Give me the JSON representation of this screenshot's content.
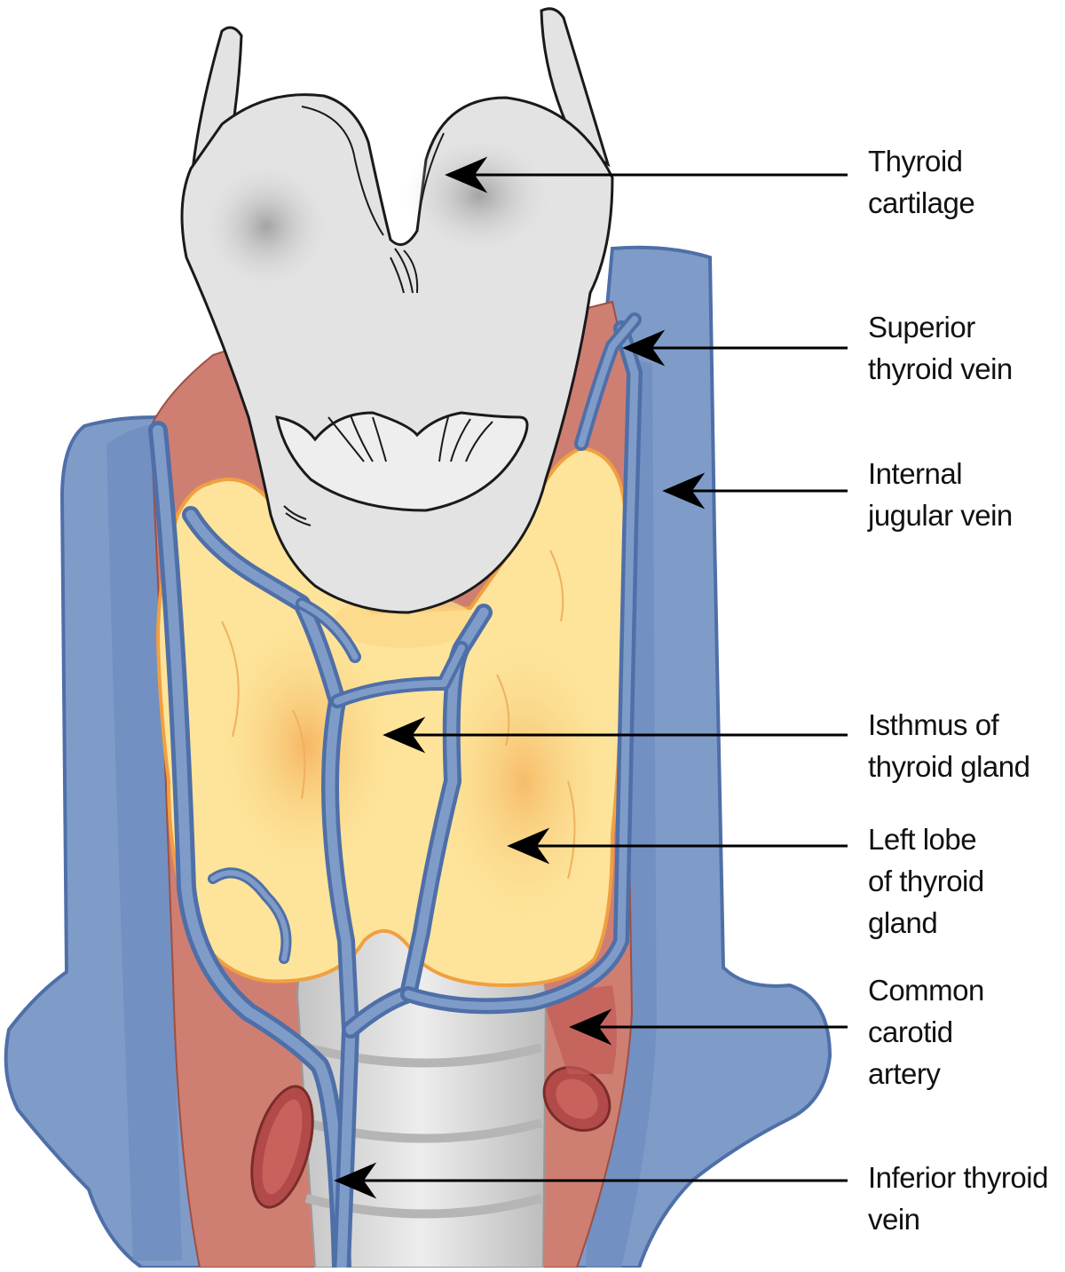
{
  "diagram": {
    "colors": {
      "background": "#ffffff",
      "vein_blue": "#7f9cc9",
      "vein_blue_dark": "#4f6fa8",
      "muscle_red": "#cf7f72",
      "artery_red": "#b14a48",
      "cartilage_grey": "#e3e3e3",
      "trachea_grey": "#d3d3d3",
      "thyroid_yellow": "#fde49a",
      "thyroid_orange": "#f4b45a",
      "outline": "#1a1a1a",
      "arrow": "#000000"
    },
    "labels": [
      {
        "id": "thyroid-cartilage",
        "lines": [
          "Thyroid",
          "cartilage"
        ]
      },
      {
        "id": "superior-thyroid-vein",
        "lines": [
          "Superior",
          "thyroid vein"
        ]
      },
      {
        "id": "internal-jugular-vein",
        "lines": [
          "Internal",
          "jugular vein"
        ]
      },
      {
        "id": "isthmus-of-thyroid-gland",
        "lines": [
          "Isthmus of",
          "thyroid gland"
        ]
      },
      {
        "id": "left-lobe-of-thyroid-gland",
        "lines": [
          "Left lobe",
          "of thyroid",
          "gland"
        ]
      },
      {
        "id": "common-carotid-artery",
        "lines": [
          "Common",
          "carotid",
          "artery"
        ]
      },
      {
        "id": "inferior-thyroid-vein",
        "lines": [
          "Inferior thyroid",
          "vein"
        ]
      }
    ]
  }
}
